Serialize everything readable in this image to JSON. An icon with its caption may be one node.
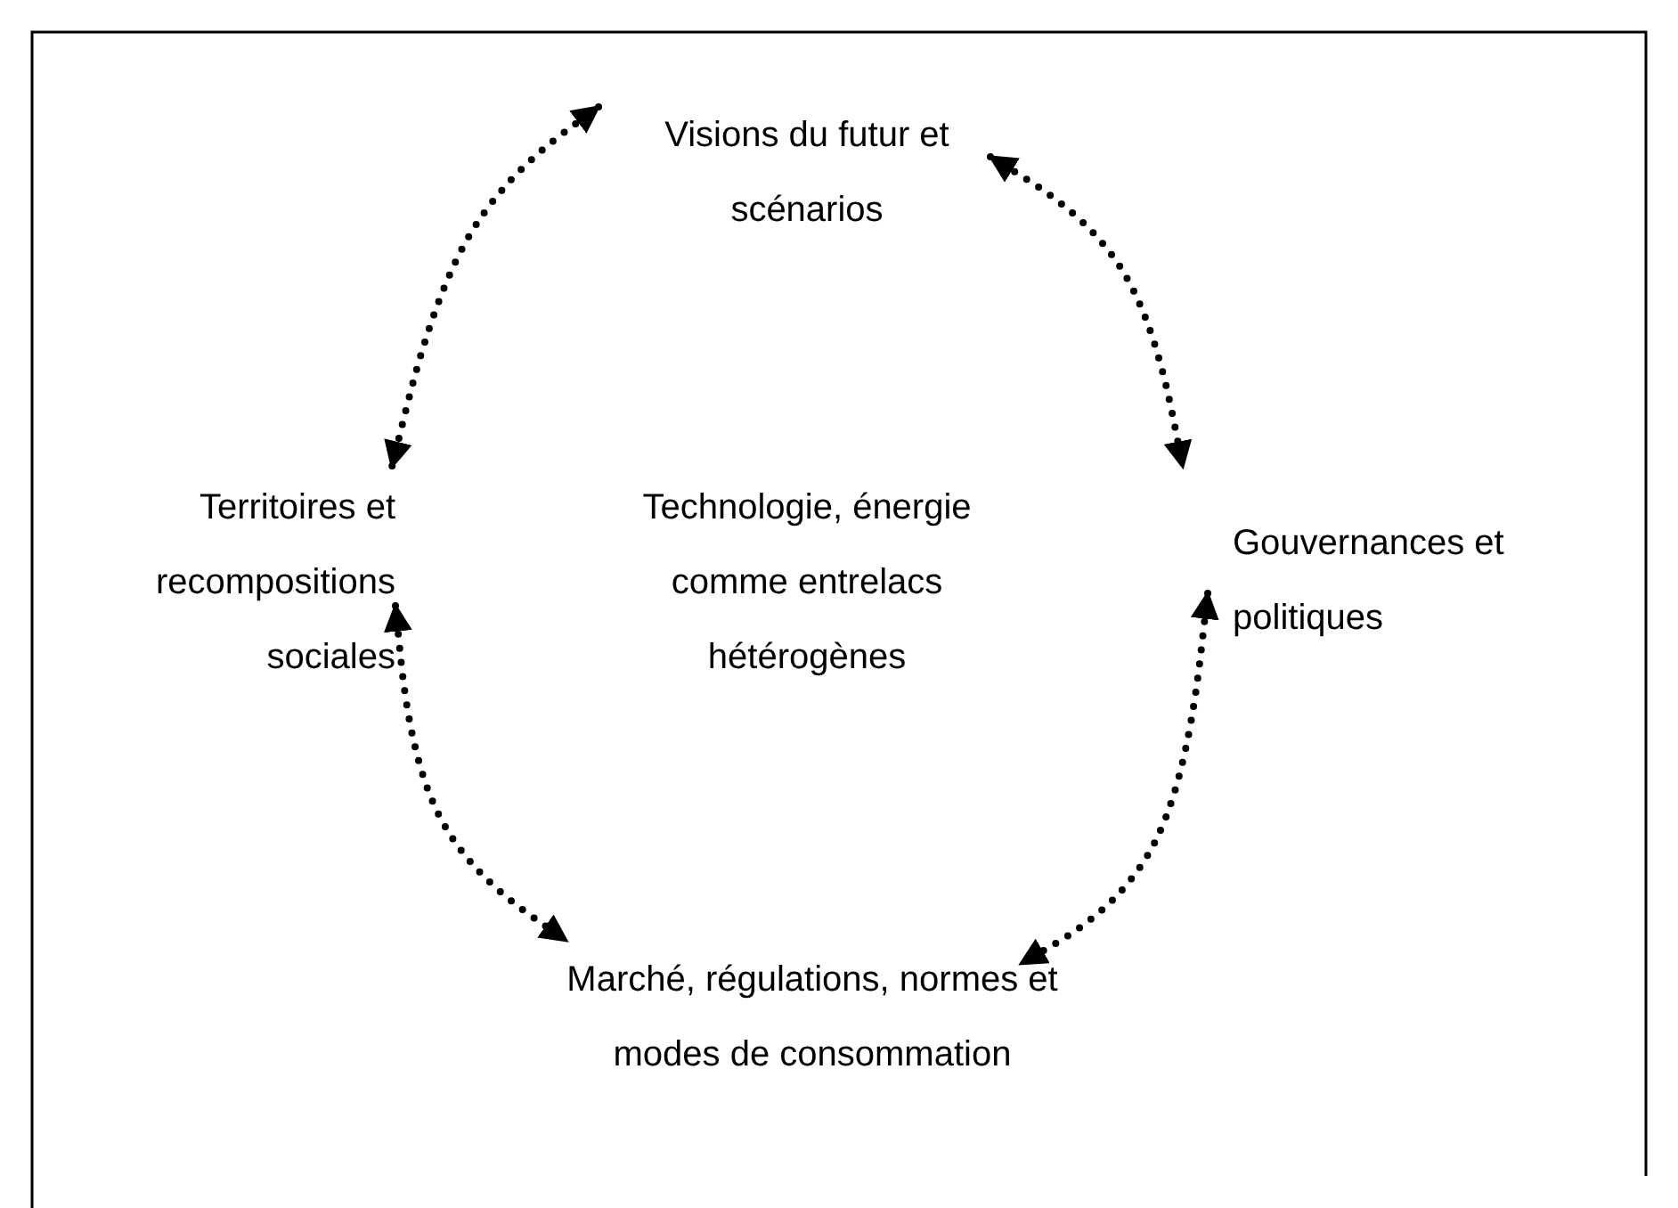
{
  "diagram": {
    "nodes": [
      {
        "text": [
          "Visions du futur et scénarios"
        ]
      },
      {
        "text": [
          "Territoires et recompositions sociales"
        ]
      },
      {
        "text": [
          "Gouvernances et politiques"
        ]
      },
      {
        "text": [
          "Marché, régulations, normes et modes de consommation"
        ]
      },
      {
        "text": [
          "Technologie, énergie comme entrelacs hétérogènes"
        ]
      }
    ],
    "edges": [
      {
        "from": 0,
        "to": 1,
        "arrow": "both"
      },
      {
        "from": 0,
        "to": 2,
        "arrow": "both"
      },
      {
        "from": 1,
        "to": 3,
        "arrow": "both"
      },
      {
        "from": 2,
        "to": 3,
        "arrow": "both"
      }
    ]
  }
}
